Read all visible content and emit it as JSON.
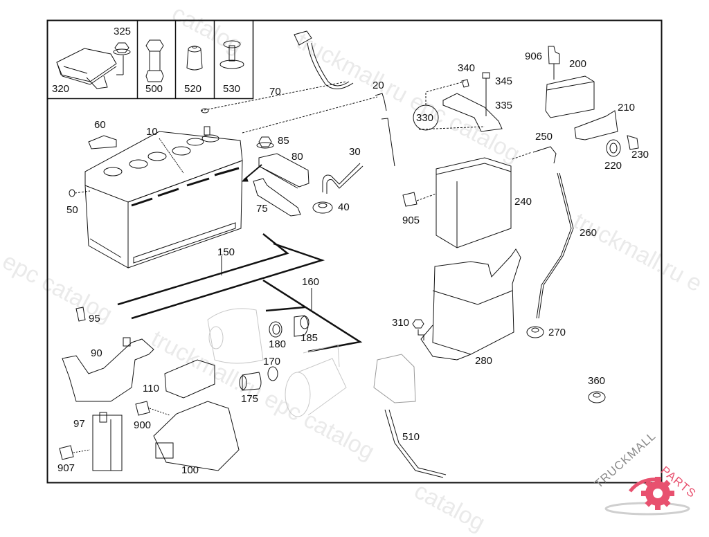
{
  "diagram": {
    "title": "Battery and mounting parts exploded view",
    "inset_labels": [
      "320",
      "325",
      "500",
      "520",
      "530"
    ],
    "callouts": {
      "p10": "10",
      "p20": "20",
      "p30": "30",
      "p40": "40",
      "p50": "50",
      "p60": "60",
      "p70": "70",
      "p75": "75",
      "p80": "80",
      "p85": "85",
      "p90": "90",
      "p95": "95",
      "p97": "97",
      "p100": "100",
      "p110": "110",
      "p150": "150",
      "p160": "160",
      "p170": "170",
      "p175": "175",
      "p180": "180",
      "p185": "185",
      "p200": "200",
      "p210": "210",
      "p220": "220",
      "p230": "230",
      "p240": "240",
      "p250": "250",
      "p260": "260",
      "p270": "270",
      "p280": "280",
      "p310": "310",
      "p320": "320",
      "p325": "325",
      "p330": "330",
      "p335": "335",
      "p340": "340",
      "p345": "345",
      "p360": "360",
      "p500": "500",
      "p510": "510",
      "p520": "520",
      "p530": "530",
      "p900": "900",
      "p905": "905",
      "p906": "906",
      "p907": "907"
    }
  },
  "watermark": {
    "text": "truckmall.ru epc catalog",
    "text_short": "catalog",
    "text_mid": "truckmall.ru e",
    "text_left": "u epc catalog"
  },
  "logo": {
    "text_primary": "TRUCKMALL",
    "text_accent": "PARTS",
    "accent_color": "#e8516f",
    "primary_color": "#8a8a8a"
  }
}
